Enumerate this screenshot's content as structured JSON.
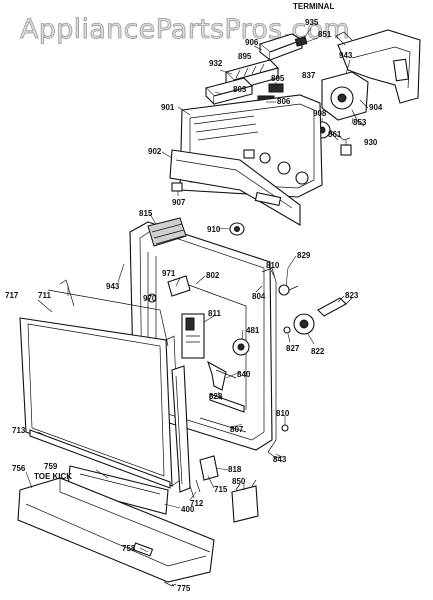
{
  "watermark": "AppliancePartsPros.com",
  "captions": {
    "terminal": "TERMINAL",
    "toe_kick": "TOE KICK"
  },
  "labels": {
    "p935": "935",
    "p851": "851",
    "p906": "906",
    "p932": "932",
    "p895": "895",
    "p943a": "943",
    "p805": "805",
    "p837": "837",
    "p803": "803",
    "p806": "806",
    "p904": "904",
    "p901": "901",
    "p908": "908",
    "p853": "853",
    "p861": "861",
    "p930": "930",
    "p902": "902",
    "p907": "907",
    "p815": "815",
    "p910": "910",
    "p810a": "810",
    "p829": "829",
    "p971": "971",
    "p802": "802",
    "p943b": "943",
    "p804": "804",
    "p823": "823",
    "p717": "717",
    "p711": "711",
    "p970": "970",
    "p811": "811",
    "p481": "481",
    "p827": "827",
    "p822": "822",
    "p840": "840",
    "p828": "828",
    "p810b": "810",
    "p713": "713",
    "p807": "807",
    "p843": "843",
    "p818": "818",
    "p756": "756",
    "p759": "759",
    "p850": "850",
    "p715": "715",
    "p712": "712",
    "p400": "400",
    "p758": "758",
    "p775": "775"
  }
}
